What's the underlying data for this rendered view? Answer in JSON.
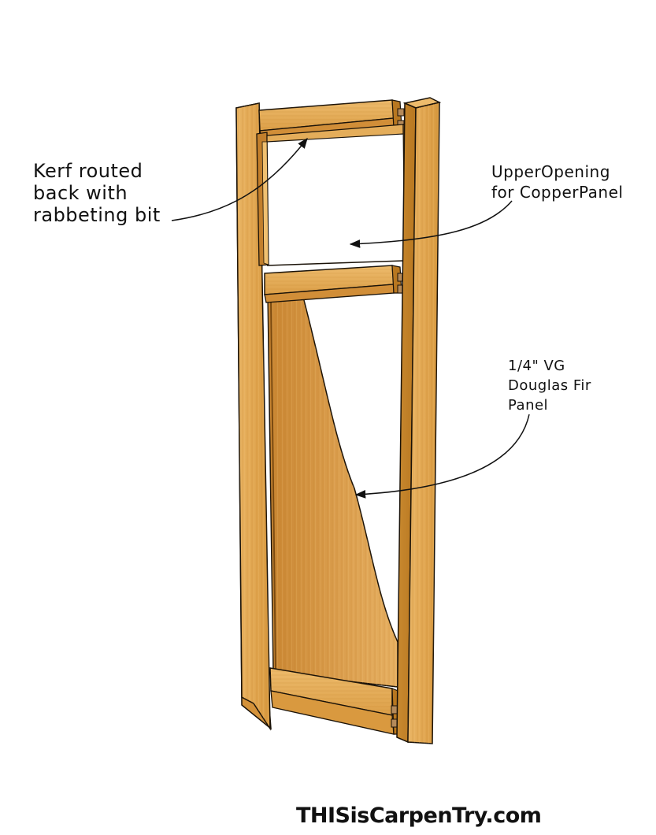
{
  "labels": {
    "kerf": "Kerf routed\nback with\nrabbeting bit",
    "upper_opening": "UpperOpening\nfor CopperPanel",
    "panel": "1/4\" VG\nDouglas Fir\nPanel"
  },
  "brand": "THISisCarpenTry.com",
  "colors": {
    "wood_light": "#e8b466",
    "wood_mid": "#d9983c",
    "wood_dark": "#b8741c",
    "wood_shadow": "#8a5512",
    "outline": "#1a1208",
    "tenon": "#b58a5a"
  }
}
